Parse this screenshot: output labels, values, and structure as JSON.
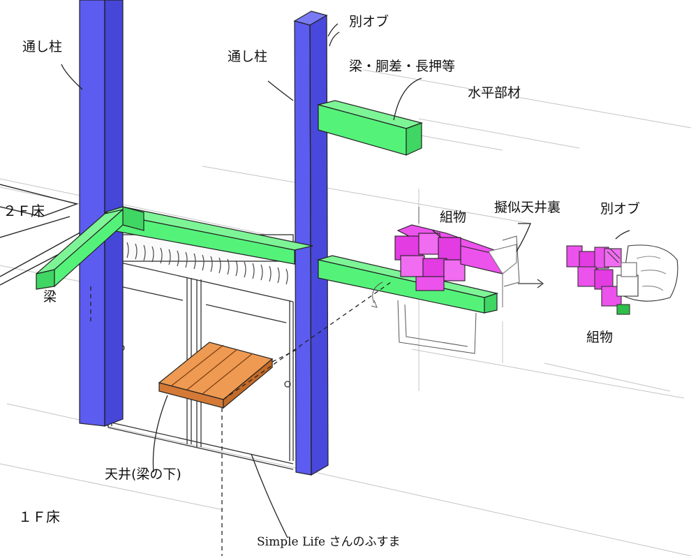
{
  "labels": {
    "through_pillar_left": "通し柱",
    "through_pillar_right": "通し柱",
    "separate_order_top": "別オブ",
    "horizontal_members_list": "梁・胴差・長押等",
    "horizontal_members": "水平部材",
    "second_floor": "２Ｆ床",
    "beam": "梁",
    "kumimono_top": "組物",
    "pseudo_ceiling": "擬似天井裏",
    "separate_order_right": "別オブ",
    "kumimono_right": "組物",
    "ceiling_under_beam": "天井(梁の下)",
    "first_floor": "１Ｆ床",
    "credit": "Simple Life さんのふすま"
  },
  "colors": {
    "pillar": "#5c5cf0",
    "beam": "#55f27a",
    "ceiling": "#ee9a52",
    "kumimono": "#ec52ec",
    "sketch": "#3a3a3a"
  }
}
